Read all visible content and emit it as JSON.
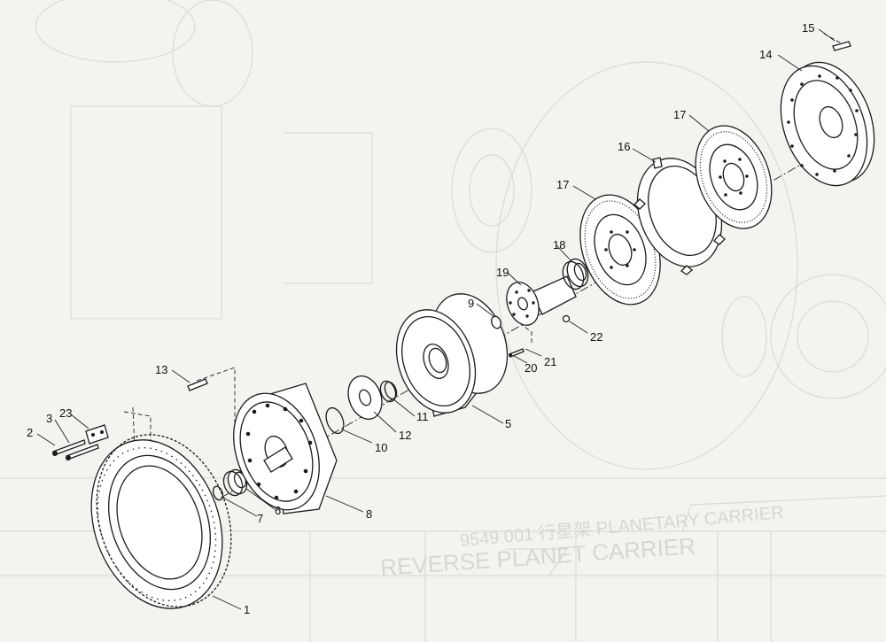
{
  "background": {
    "title_text": "9549 001 行星架 PLANETARY CARRIER",
    "table_header_text": "REVERSE PLANET CARRIER"
  },
  "callouts": [
    {
      "id": "1",
      "text": "1"
    },
    {
      "id": "2",
      "text": "2"
    },
    {
      "id": "3",
      "text": "3"
    },
    {
      "id": "5",
      "text": "5"
    },
    {
      "id": "6",
      "text": "6"
    },
    {
      "id": "7",
      "text": "7"
    },
    {
      "id": "8",
      "text": "8"
    },
    {
      "id": "9",
      "text": "9"
    },
    {
      "id": "10",
      "text": "10"
    },
    {
      "id": "11",
      "text": "11"
    },
    {
      "id": "12",
      "text": "12"
    },
    {
      "id": "13",
      "text": "13"
    },
    {
      "id": "14",
      "text": "14"
    },
    {
      "id": "15",
      "text": "15"
    },
    {
      "id": "16",
      "text": "16"
    },
    {
      "id": "17a",
      "text": "17"
    },
    {
      "id": "17b",
      "text": "17"
    },
    {
      "id": "18",
      "text": "18"
    },
    {
      "id": "19",
      "text": "19"
    },
    {
      "id": "20",
      "text": "20"
    },
    {
      "id": "21",
      "text": "21"
    },
    {
      "id": "22",
      "text": "22"
    },
    {
      "id": "23",
      "text": "23"
    }
  ]
}
